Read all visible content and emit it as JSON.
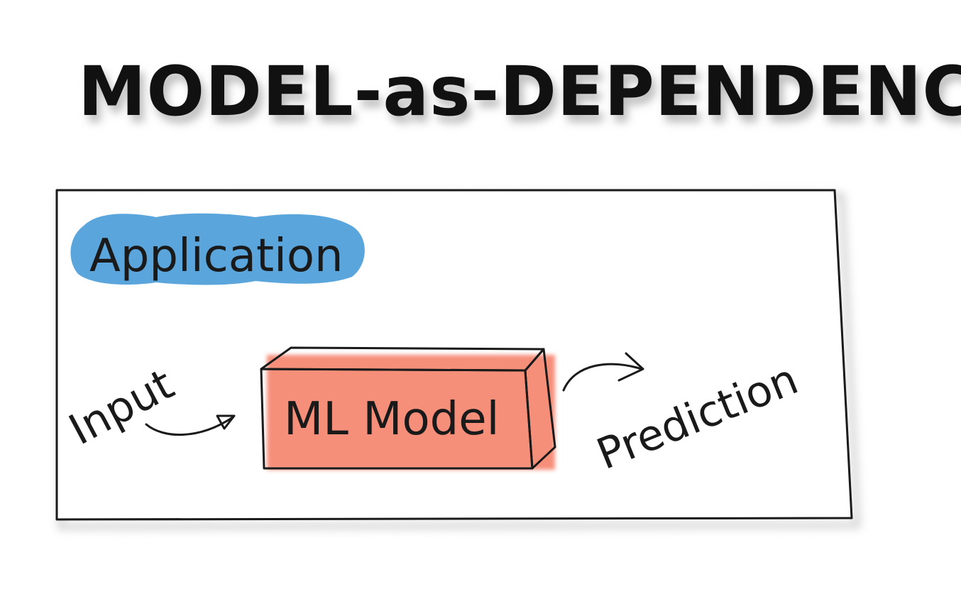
{
  "title": "MODEL-as-DEPENDENCY",
  "container": {
    "label": "Application",
    "label_highlight_color": "#5aa6dc"
  },
  "flow": {
    "input_label": "Input",
    "model_label": "ML Model",
    "output_label": "Prediction",
    "model_color": "#f47b63"
  }
}
